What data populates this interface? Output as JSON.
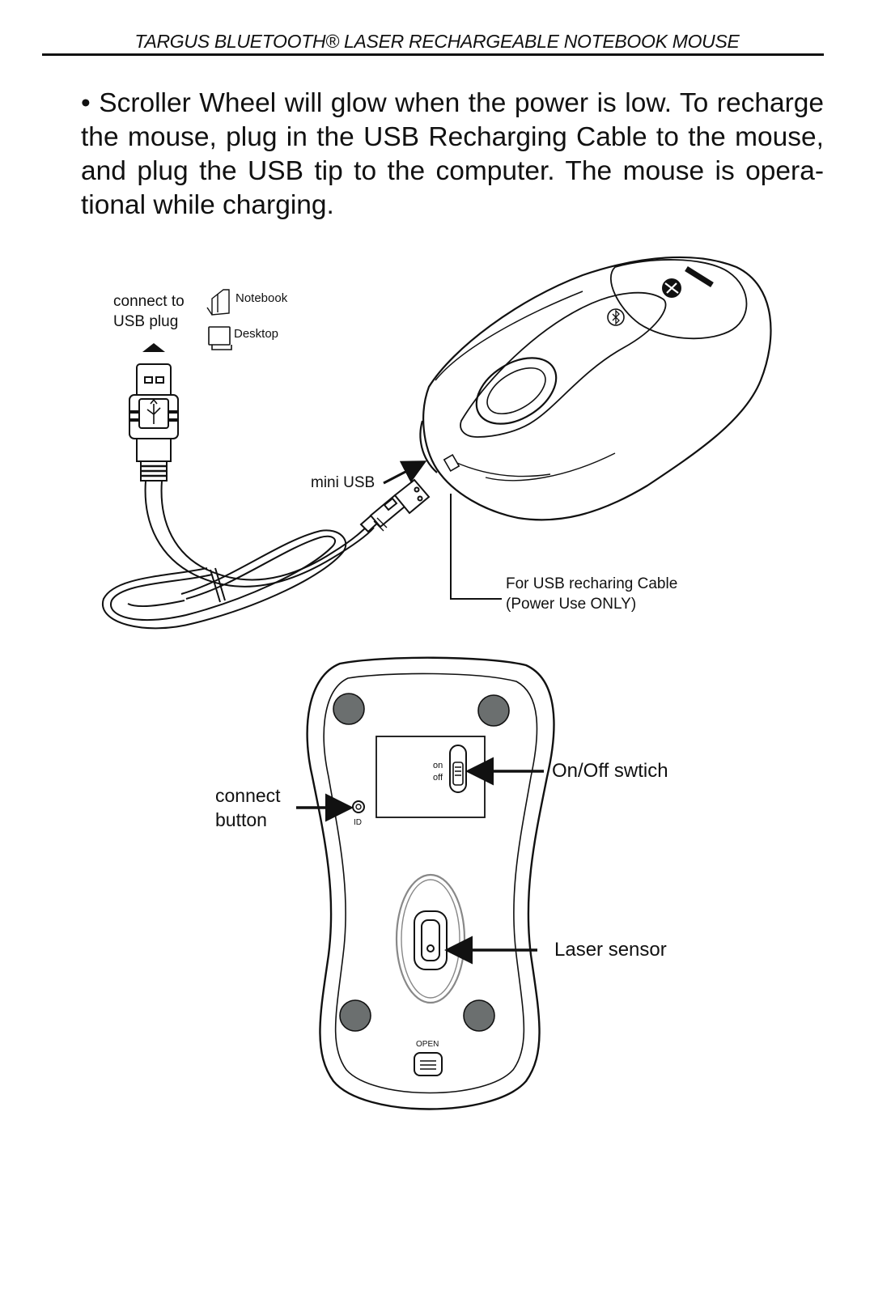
{
  "header": "TARGUS BLUETOOTH® LASER  RECHARGEABLE NOTEBOOK MOUSE",
  "paragraph": "• Scroller Wheel will glow when the power is low. To recharge the mouse, plug in the USB Recharging Cable to the mouse, and plug the USB tip to the computer. The mouse is opera-tional while charging.",
  "figure_top": {
    "connect_line1": "connect to",
    "connect_line2": "USB plug",
    "notebook": "Notebook",
    "desktop": "Desktop",
    "mini_usb": "mini USB",
    "cable_line1": "For USB recharing Cable",
    "cable_line2": "(Power Use ONLY)"
  },
  "figure_bottom": {
    "on": "on",
    "off": "off",
    "onoff_label": "On/Off swtich",
    "connect_line1": "connect",
    "connect_line2": "button",
    "id": "ID",
    "laser_label": "Laser sensor",
    "open": "OPEN"
  }
}
